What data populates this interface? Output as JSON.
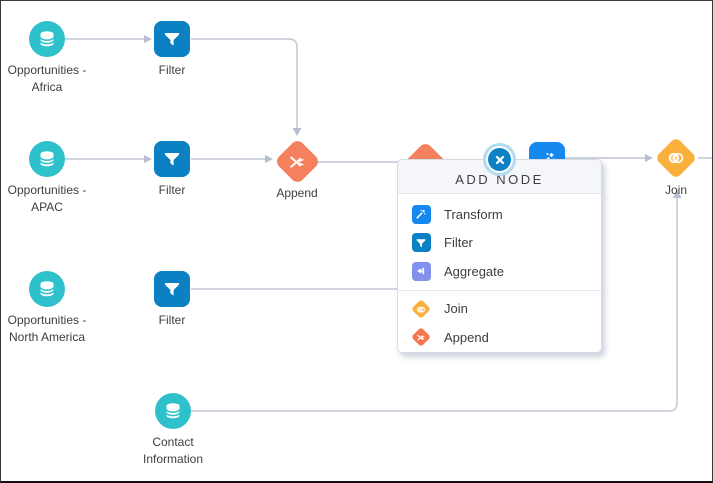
{
  "app": {
    "description": "Data prep recipe canvas"
  },
  "colors": {
    "dataset_teal": "#2fc1cb",
    "filter_blue": "#0b80c2",
    "transform_blue": "#1589ee",
    "aggregate_purple": "#8292ec",
    "join_yellow": "#f9b03c",
    "append_orange": "#f4805d",
    "edge_gray": "#c7cdda",
    "popup_header_bg": "#f4f6f9",
    "close_button_blue": "#0c82c6"
  },
  "canvas": {
    "nodes": [
      {
        "id": "opportunities-africa",
        "type": "dataset",
        "icon": "database-icon",
        "lines": [
          "Opportunities -",
          "Africa"
        ]
      },
      {
        "id": "filter-1",
        "type": "filter",
        "icon": "filter-icon",
        "lines": [
          "Filter"
        ]
      },
      {
        "id": "opportunities-apac",
        "type": "dataset",
        "icon": "database-icon",
        "lines": [
          "Opportunities -",
          "APAC"
        ]
      },
      {
        "id": "filter-2",
        "type": "filter",
        "icon": "filter-icon",
        "lines": [
          "Filter"
        ]
      },
      {
        "id": "append-1",
        "type": "append",
        "icon": "append-icon",
        "lines": [
          "Append"
        ]
      },
      {
        "id": "opportunities-north-america",
        "type": "dataset",
        "icon": "database-icon",
        "lines": [
          "Opportunities -",
          "North America"
        ]
      },
      {
        "id": "filter-3",
        "type": "filter",
        "icon": "filter-icon",
        "lines": [
          "Filter"
        ]
      },
      {
        "id": "contact-information",
        "type": "dataset",
        "icon": "database-icon",
        "lines": [
          "Contact",
          "Information"
        ]
      },
      {
        "id": "append-2-partially-hidden",
        "type": "append",
        "icon": "append-icon",
        "lines": []
      },
      {
        "id": "transform-partially-hidden",
        "type": "transform",
        "icon": "transform-icon",
        "lines": []
      },
      {
        "id": "join-1",
        "type": "join",
        "icon": "join-icon",
        "lines": [
          "Join"
        ]
      }
    ]
  },
  "popup": {
    "title": "ADD NODE",
    "sections": [
      {
        "items": [
          {
            "label": "Transform"
          },
          {
            "label": "Filter"
          },
          {
            "label": "Aggregate"
          }
        ]
      },
      {
        "items": [
          {
            "label": "Join"
          },
          {
            "label": "Append"
          }
        ]
      }
    ]
  }
}
